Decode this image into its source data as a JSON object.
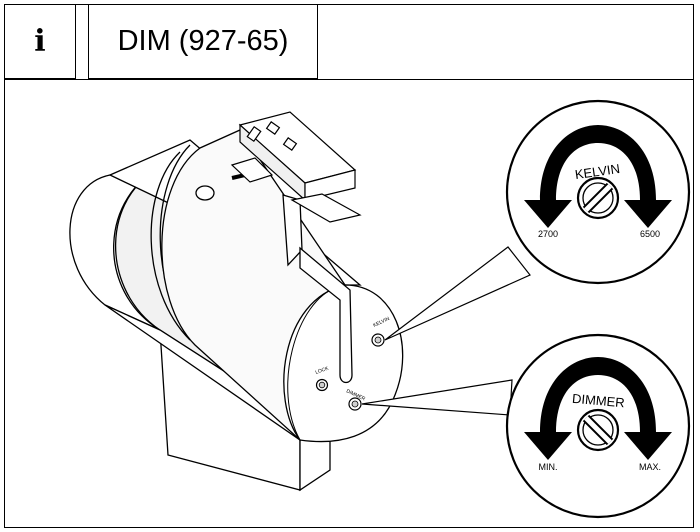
{
  "header": {
    "info_glyph": "i",
    "title": "DIM (927-65)"
  },
  "callouts": {
    "kelvin": {
      "label": "KELVIN",
      "min_label": "2700",
      "max_label": "6500"
    },
    "dimmer": {
      "label": "DIMMER",
      "min_label": "MIN.",
      "max_label": "MAX."
    }
  },
  "device_labels": {
    "kelvin": "KELVIN",
    "dimmer": "DIMMER",
    "lock": "LOCK"
  },
  "colors": {
    "line": "#000000",
    "shade": "#e6e6e6",
    "background": "#ffffff"
  }
}
